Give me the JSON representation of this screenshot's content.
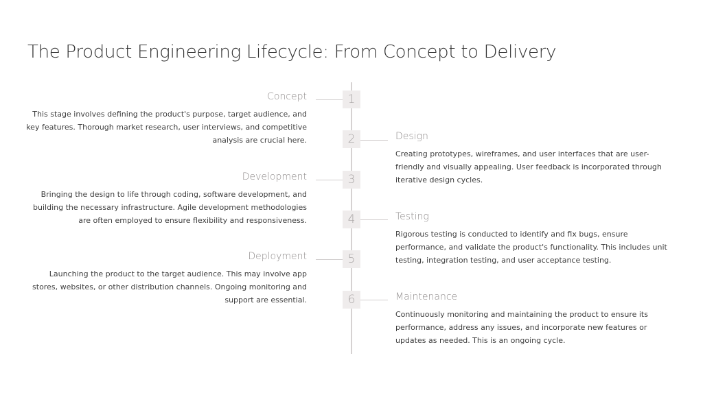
{
  "title": "The Product Engineering Lifecycle: From Concept to Delivery",
  "stages": [
    {
      "number": "1",
      "name": "Concept",
      "description": "This stage involves defining the product's purpose, target audience, and key features. Thorough market research, user interviews, and competitive analysis are crucial here."
    },
    {
      "number": "2",
      "name": "Design",
      "description": "Creating prototypes, wireframes, and user interfaces that are user-friendly and visually appealing. User feedback is incorporated through iterative design cycles."
    },
    {
      "number": "3",
      "name": "Development",
      "description": "Bringing the design to life through coding, software development, and building the necessary infrastructure. Agile development methodologies are often employed to ensure flexibility and responsiveness."
    },
    {
      "number": "4",
      "name": "Testing",
      "description": "Rigorous testing is conducted to identify and fix bugs, ensure performance, and validate the product's functionality. This includes unit testing, integration testing, and user acceptance testing."
    },
    {
      "number": "5",
      "name": "Deployment",
      "description": "Launching the product to the target audience. This may involve app stores, websites, or other distribution channels. Ongoing monitoring and support are essential."
    },
    {
      "number": "6",
      "name": "Maintenance",
      "description": "Continuously monitoring and maintaining the product to ensure its performance, address any issues, and incorporate new features or updates as needed. This is an ongoing cycle."
    }
  ],
  "colors": {
    "axis": "#d6d2d2",
    "number_box": "#efecec",
    "number_text": "#a8a4a4",
    "stage_title": "#8f8b8b",
    "body_text": "#3d3d3d"
  }
}
